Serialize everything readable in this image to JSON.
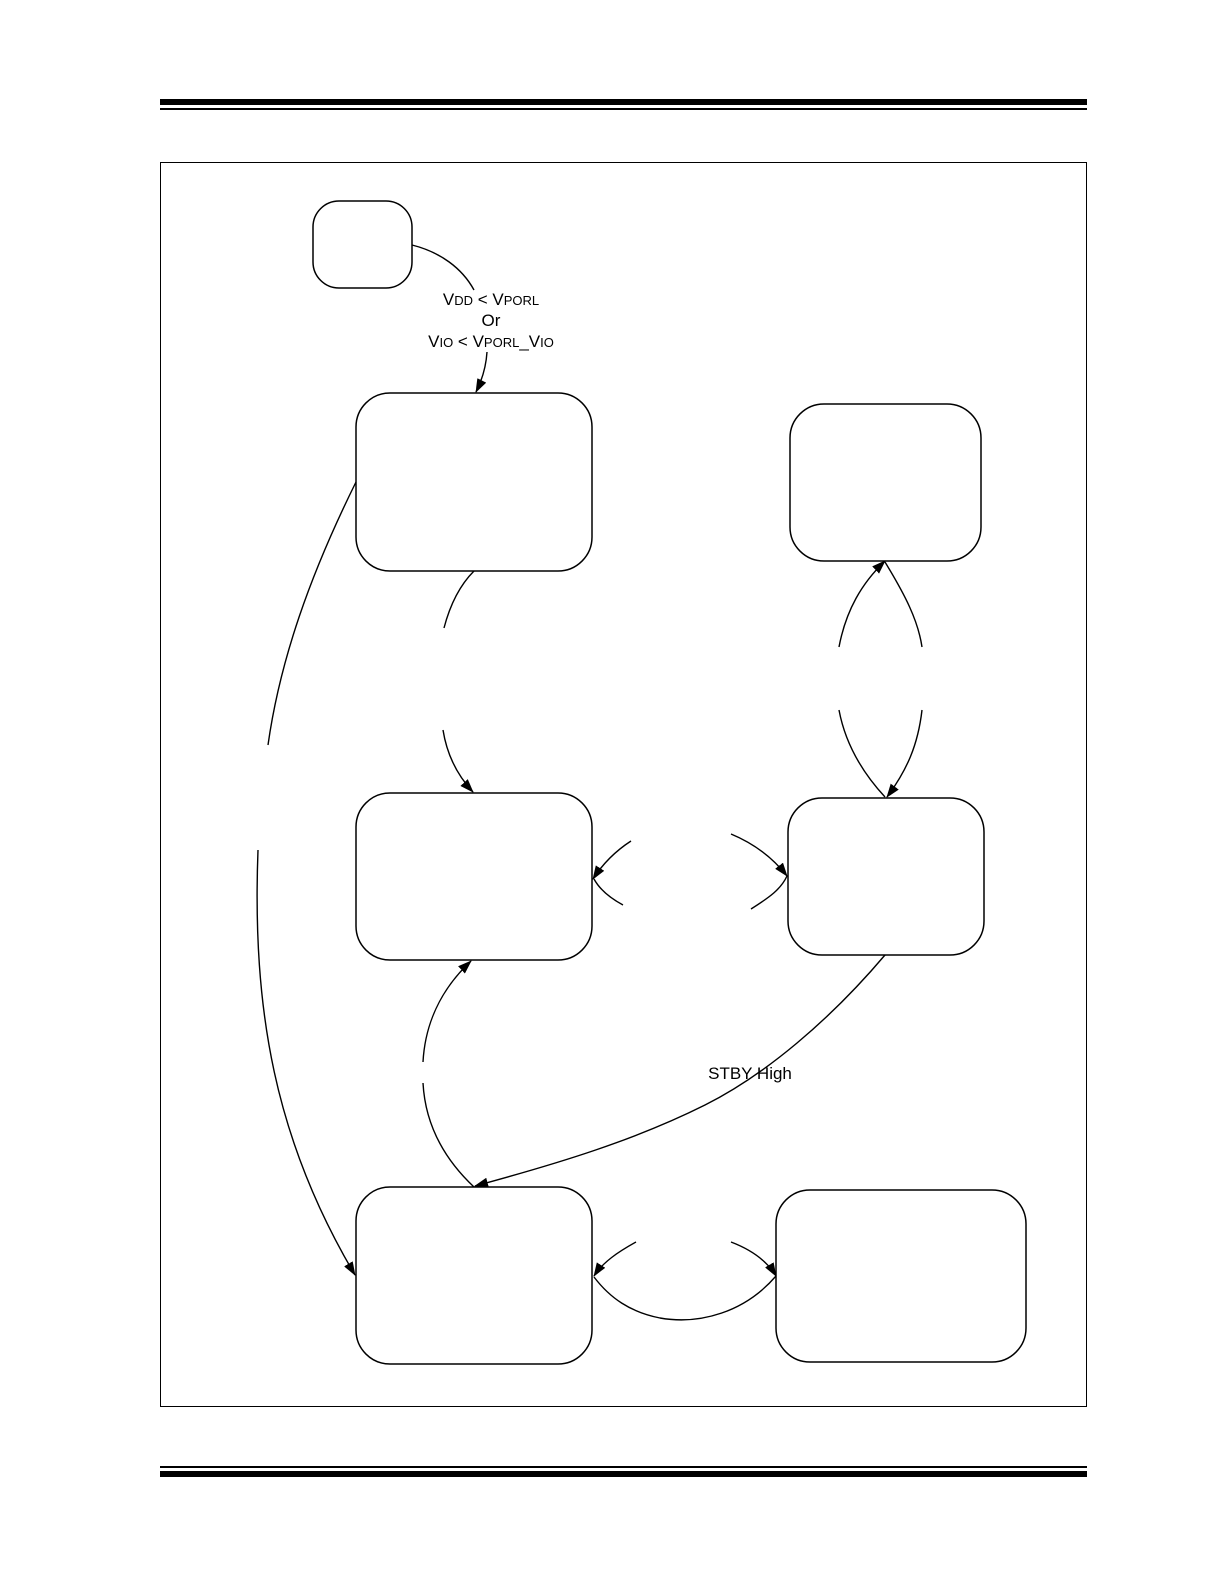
{
  "header_rule": {
    "color": "#000000"
  },
  "diagram": {
    "transition_labels": {
      "por_condition": {
        "line1": {
          "a": "V",
          "a_sub": "DD",
          "mid": " < V",
          "b_sub": "PORL"
        },
        "line2": "Or",
        "line3": {
          "a": "V",
          "a_sub": "IO",
          "mid": " < V",
          "b_sub": "PORL",
          "c": "_V",
          "c_sub": "IO"
        }
      },
      "stby_high": "STBY High"
    }
  }
}
